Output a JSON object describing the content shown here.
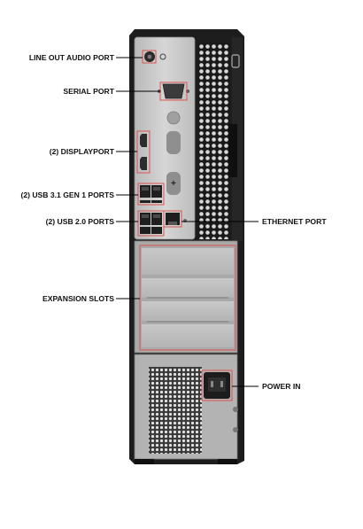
{
  "labels": {
    "line_out": "LINE OUT AUDIO PORT",
    "serial": "SERIAL PORT",
    "displayport": "(2) DISPLAYPORT",
    "usb31": "(2) USB 3.1 GEN 1 PORTS",
    "usb20": "(2) USB 2.0 PORTS",
    "ethernet": "ETHERNET PORT",
    "expansion": "EXPANSION SLOTS",
    "power": "POWER IN"
  },
  "colors": {
    "callout_box": "#d9534f",
    "leader_line": "#000000",
    "chassis_dark": "#1d1d1d",
    "panel_silver": "#c9c9c9"
  }
}
